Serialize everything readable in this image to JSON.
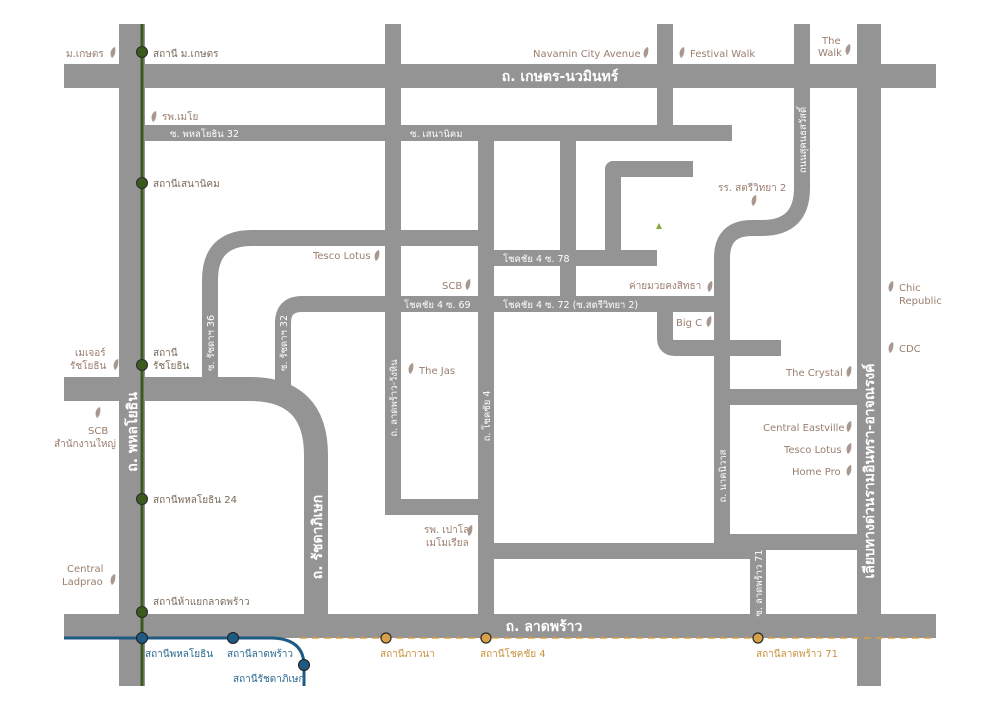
{
  "roads": {
    "kaset_nawamin": "ถ. เกษตร-นวมินทร์",
    "phahonyothin": "ถ. พหลโยธิน",
    "ratchadaphisek": "ถ. รัชดาภิเษก",
    "ladprao": "ถ. ลาดพร้าว",
    "expressway": "เลียบทางด่วนรามอินทรา-อาจณรงค์",
    "phahon_soi32": "ซ. พหลโยธิน 32",
    "senanikhom": "ซ. เสนานิคม",
    "chokchai_78": "โชคชัย 4 ซ. 78",
    "chokchai_69": "โชคชัย 4 ซ. 69",
    "chokchai_72": "โชคชัย 4 ซ. 72 (ซ.สตรีวิทยา 2)",
    "ratchada36": "ซ. รัชดาฯ 36",
    "ratchada32": "ซ. รัชดาฯ 32",
    "ladprao_wanghin": "ถ. ลาดพร้าว-วังหิน",
    "chokchai4": "ถ. โชคชัย 4",
    "nak_niwat": "ถ. นาคนิวาส",
    "soi_ladprao71": "ซ. ลาดพร้าว 71",
    "nuanchan": "ถนนสุคนธสวัสดิ์"
  },
  "poi": {
    "kaset": "ม.เกษตร",
    "navamin_city": "Navamin City Avenue",
    "festival_walk": "Festival Walk",
    "the_walk_1": "The",
    "the_walk_2": "Walk",
    "mayo": "รพ.เมโย",
    "satriwit": "รร. สตรีวิทยา 2",
    "tesco1": "Tesco Lotus",
    "scb1": "SCB",
    "boxing_camp": "ค่ายมวยคงสิทธา",
    "chic1": "Chic",
    "chic2": "Republic",
    "bigc": "Big C",
    "cdc": "CDC",
    "major1": "เมเจอร์",
    "major2": "รัชโยธิน",
    "the_jas": "The Jas",
    "the_crystal": "The Crystal",
    "scb_hq1": "SCB",
    "scb_hq2": "สำนักงานใหญ่",
    "central_eastville": "Central Eastville",
    "tesco2": "Tesco Lotus",
    "home_pro": "Home Pro",
    "paolo1": "รพ. เปาโล",
    "paolo2": "เมโมเรียล",
    "central_ladprao1": "Central",
    "central_ladprao2": "Ladprao"
  },
  "stations": {
    "green": {
      "color": "#3a5a1e",
      "items": [
        "สถานี ม.เกษตร",
        "สถานีเสนานิคม",
        "สถานี",
        "รัชโยธิน",
        "สถานีพหลโยธิน 24",
        "สถานีห้าแยกลาดพร้าว"
      ]
    },
    "blue": {
      "color": "#1f5a82",
      "items": [
        "สถานีพหลโยธิน",
        "สถานีลาดพร้าว",
        "สถานีรัชดาภิเษก"
      ]
    },
    "orange": {
      "color": "#d9a04a",
      "items": [
        "สถานีภาวนา",
        "สถานีโชคชัย 4",
        "สถานีลาดพร้าว 71"
      ]
    }
  },
  "colors": {
    "road": "#949494",
    "poi_text": "#9a7e6e",
    "marker": "#a89890"
  }
}
